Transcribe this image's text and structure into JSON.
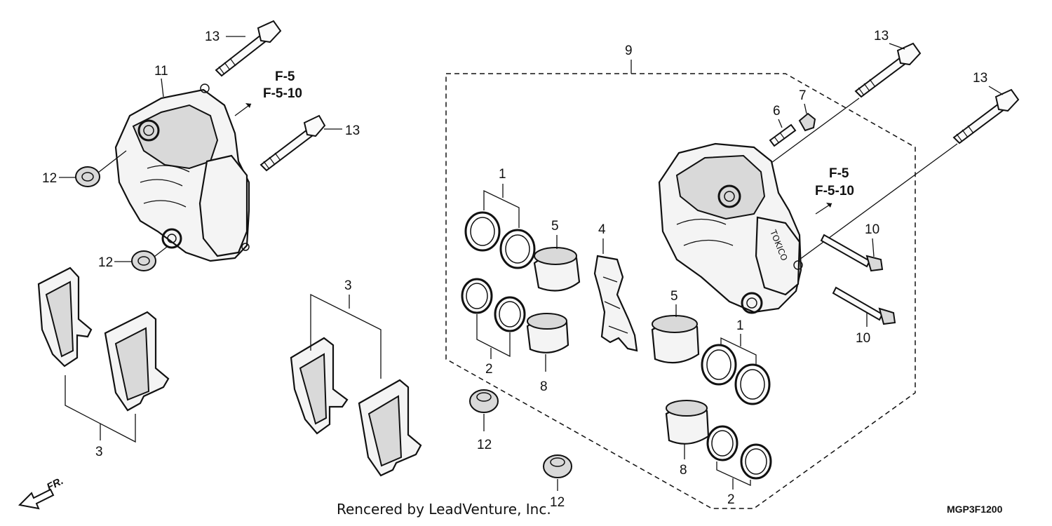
{
  "diagram": {
    "callouts": [
      "1",
      "2",
      "3",
      "4",
      "5",
      "6",
      "7",
      "8",
      "9",
      "10",
      "11",
      "12",
      "13"
    ],
    "references": [
      "F-5",
      "F-5-10"
    ],
    "direction_label": "FR.",
    "credit": "Rencered by LeadVenture, Inc.",
    "diagram_code": "MGP3F1200"
  },
  "colors": {
    "line": "#111111",
    "background": "#ffffff",
    "part_fill": "#f4f4f4"
  }
}
